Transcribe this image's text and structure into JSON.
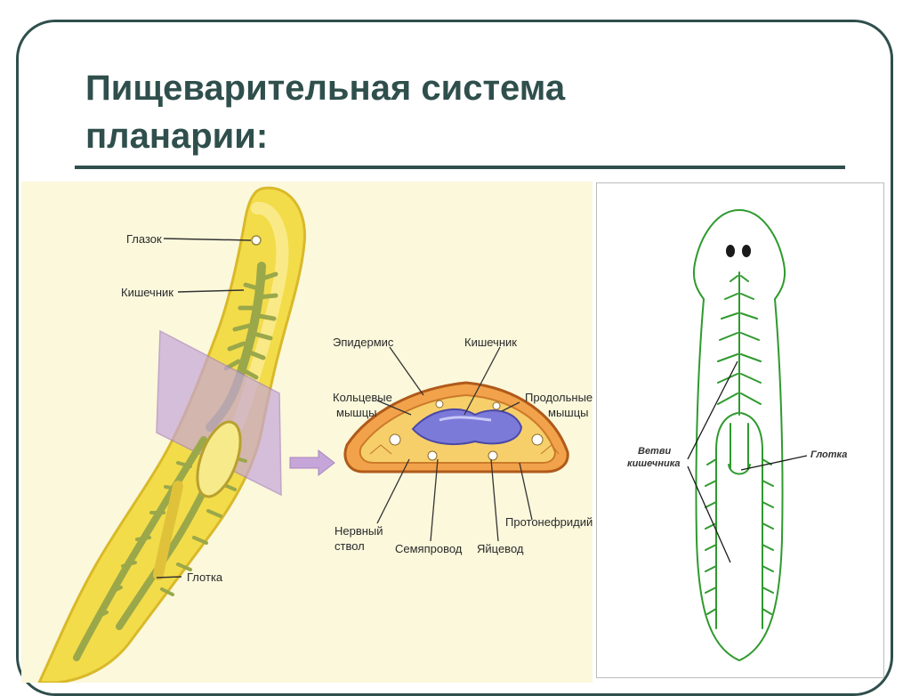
{
  "slide": {
    "title_line1": "Пищеварительная система",
    "title_line2": "планарии:"
  },
  "left_diagram": {
    "labels": {
      "eye": "Глазок",
      "intestine": "Кишечник",
      "pharynx": "Глотка"
    }
  },
  "cross_section": {
    "labels": {
      "epidermis": "Эпидермис",
      "intestine": "Кишечник",
      "circular_muscles_1": "Кольцевые",
      "circular_muscles_2": "мышцы",
      "longitudinal_muscles_1": "Продольные",
      "longitudinal_muscles_2": "мышцы",
      "protonephridium": "Протонефридий",
      "nerve_cord_1": "Нервный",
      "nerve_cord_2": "ствол",
      "vas_deferens": "Семяпровод",
      "oviduct": "Яйцевод"
    }
  },
  "right_diagram": {
    "labels": {
      "branches_1": "Ветви",
      "branches_2": "кишечника",
      "pharynx": "Глотка"
    }
  },
  "colors": {
    "title": "#2f4f4c",
    "body_yellow": "#f3dc4a",
    "gut_green": "#9aa84a",
    "outline_green": "#2f9a2f",
    "plane_purple": "#c6a6d8"
  }
}
